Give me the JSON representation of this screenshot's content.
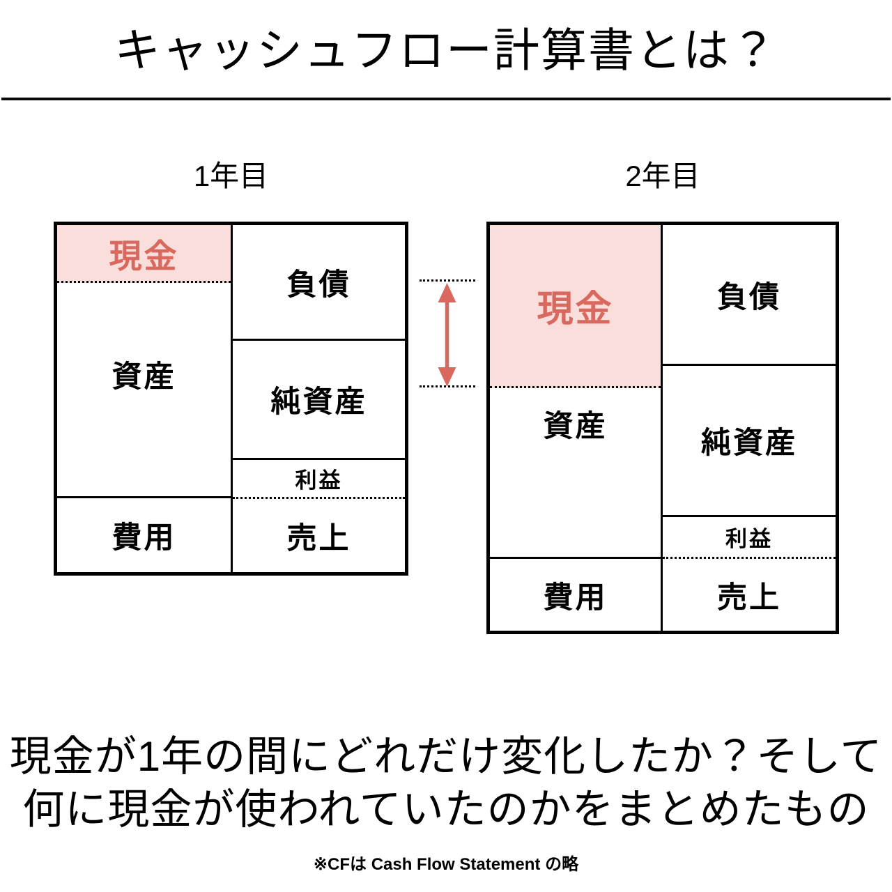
{
  "title": "キャッシュフロー計算書とは？",
  "year1": {
    "title": "1年目",
    "cash": "現金",
    "assets": "資産",
    "expenses": "費用",
    "liabilities": "負債",
    "net_assets": "純資産",
    "profit": "利益",
    "sales": "売上"
  },
  "year2": {
    "title": "2年目",
    "cash": "現金",
    "assets": "資産",
    "expenses": "費用",
    "liabilities": "負債",
    "net_assets": "純資産",
    "profit": "利益",
    "sales": "売上"
  },
  "description": {
    "line1": "現金が1年の間にどれだけ変化したか？そして",
    "line2": "何に現金が使われていたのかをまとめたもの"
  },
  "footnote": "※CFは Cash Flow Statement の略",
  "colors": {
    "highlight_fill": "#f9dedb",
    "accent": "#d9685e",
    "line_black": "#000000"
  }
}
